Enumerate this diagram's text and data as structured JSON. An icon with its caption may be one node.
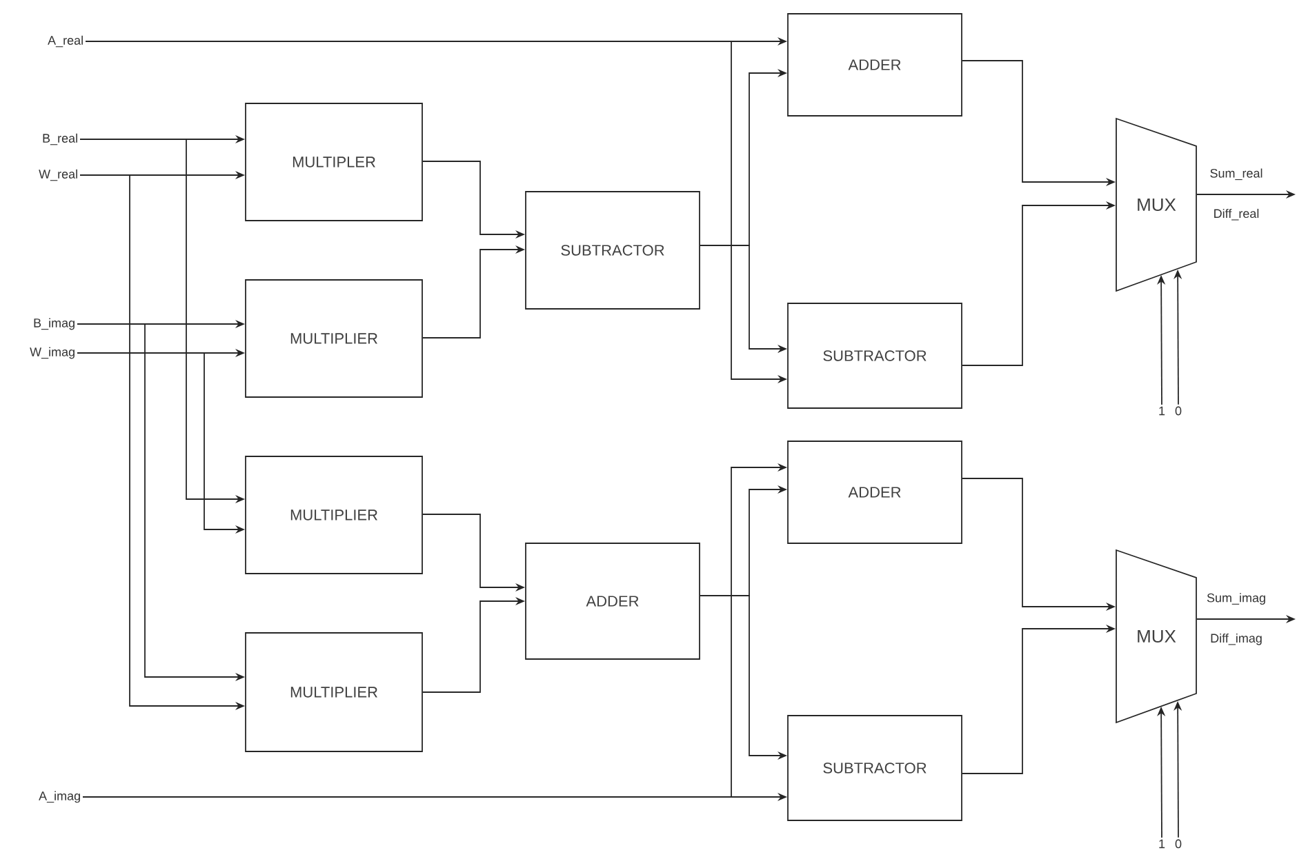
{
  "diagram": {
    "nodes": [
      {
        "text": [
          "A_real"
        ]
      },
      {
        "text": [
          "B_real"
        ]
      },
      {
        "text": [
          "W_real"
        ]
      },
      {
        "text": [
          "B_imag"
        ]
      },
      {
        "text": [
          "W_imag"
        ]
      },
      {
        "text": [
          "A_imag"
        ]
      },
      {
        "text": [
          "MULTIPLER"
        ]
      },
      {
        "text": [
          "MULTIPLIER"
        ]
      },
      {
        "text": [
          "MULTIPLIER"
        ]
      },
      {
        "text": [
          "MULTIPLIER"
        ]
      },
      {
        "text": [
          "SUBTRACTOR"
        ]
      },
      {
        "text": [
          "ADDER"
        ]
      },
      {
        "text": [
          "ADDER"
        ]
      },
      {
        "text": [
          "SUBTRACTOR"
        ]
      },
      {
        "text": [
          "ADDER"
        ]
      },
      {
        "text": [
          "SUBTRACTOR"
        ]
      },
      {
        "text": [
          "MUX"
        ]
      },
      {
        "text": [
          "MUX"
        ]
      },
      {
        "text": [
          "1"
        ]
      },
      {
        "text": [
          "0"
        ]
      },
      {
        "text": [
          "1"
        ]
      },
      {
        "text": [
          "0"
        ]
      }
    ],
    "edges": [
      {
        "from": 0,
        "to": 12,
        "arrow": "to"
      },
      {
        "from": 0,
        "to": 13,
        "arrow": "to"
      },
      {
        "from": 1,
        "to": 6,
        "arrow": "to"
      },
      {
        "from": 1,
        "to": 8,
        "arrow": "to"
      },
      {
        "from": 2,
        "to": 6,
        "arrow": "to"
      },
      {
        "from": 2,
        "to": 9,
        "arrow": "to"
      },
      {
        "from": 3,
        "to": 7,
        "arrow": "to"
      },
      {
        "from": 3,
        "to": 9,
        "arrow": "to"
      },
      {
        "from": 4,
        "to": 7,
        "arrow": "to"
      },
      {
        "from": 4,
        "to": 8,
        "arrow": "to"
      },
      {
        "from": 6,
        "to": 10,
        "arrow": "to"
      },
      {
        "from": 7,
        "to": 10,
        "arrow": "to"
      },
      {
        "from": 8,
        "to": 11,
        "arrow": "to"
      },
      {
        "from": 9,
        "to": 11,
        "arrow": "to"
      },
      {
        "from": 10,
        "to": 12,
        "arrow": "to"
      },
      {
        "from": 10,
        "to": 13,
        "arrow": "to"
      },
      {
        "from": 11,
        "to": 14,
        "arrow": "to"
      },
      {
        "from": 11,
        "to": 15,
        "arrow": "to"
      },
      {
        "from": 5,
        "to": 14,
        "arrow": "to"
      },
      {
        "from": 5,
        "to": 15,
        "arrow": "to"
      },
      {
        "from": 12,
        "to": 16,
        "arrow": "to"
      },
      {
        "from": 13,
        "to": 16,
        "arrow": "to"
      },
      {
        "from": 14,
        "to": 17,
        "arrow": "to"
      },
      {
        "from": 15,
        "to": 17,
        "arrow": "to"
      },
      {
        "from": 16,
        "to": null,
        "arrow": "to"
      },
      {
        "from": 17,
        "to": null,
        "arrow": "to"
      },
      {
        "from": 18,
        "to": 16,
        "arrow": "to"
      },
      {
        "from": 19,
        "to": 16,
        "arrow": "to"
      },
      {
        "from": 20,
        "to": 17,
        "arrow": "to"
      },
      {
        "from": 21,
        "to": 17,
        "arrow": "to"
      }
    ],
    "labels": [
      "Sum_real",
      "Diff_real",
      "Sum_imag",
      "Diff_imag"
    ]
  }
}
